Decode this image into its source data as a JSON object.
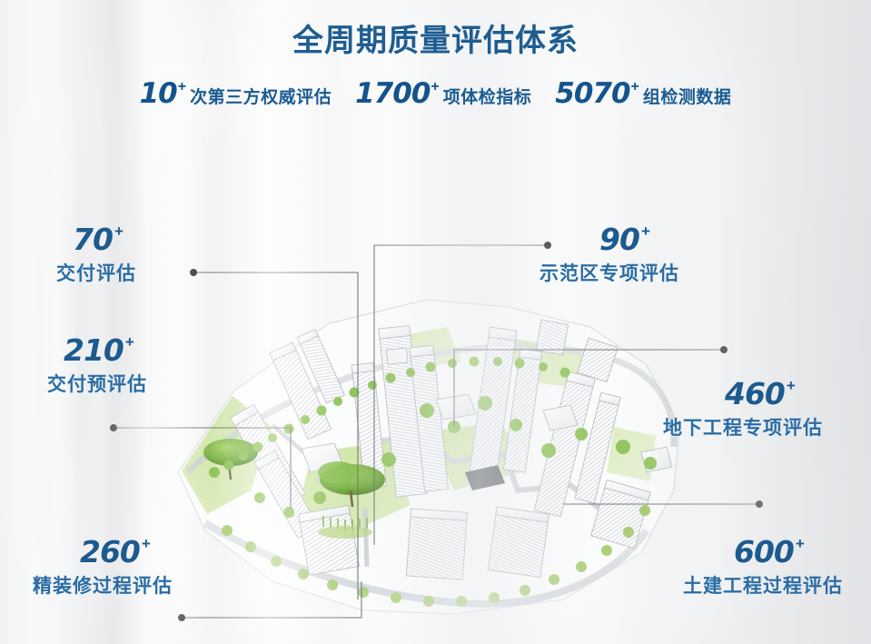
{
  "header": {
    "title": "全周期质量评估体系",
    "stats": [
      {
        "number": "10",
        "plus": "+",
        "label": "次第三方权威评估"
      },
      {
        "number": "1700",
        "plus": "+",
        "label": "项体检指标"
      },
      {
        "number": "5070",
        "plus": "+",
        "label": "组检测数据"
      }
    ]
  },
  "callouts": [
    {
      "number": "70",
      "plus": "+",
      "label": "交付评估",
      "side": "left"
    },
    {
      "number": "210",
      "plus": "+",
      "label": "交付预评估",
      "side": "left"
    },
    {
      "number": "260",
      "plus": "+",
      "label": "精装修过程评估",
      "side": "left"
    },
    {
      "number": "90",
      "plus": "+",
      "label": "示范区专项评估",
      "side": "right"
    },
    {
      "number": "460",
      "plus": "+",
      "label": "地下工程专项评估",
      "side": "right"
    },
    {
      "number": "600",
      "plus": "+",
      "label": "土建工程过程评估",
      "side": "right"
    }
  ],
  "colors": {
    "title_blue": "#1e5d91",
    "number_blue": "#15538c",
    "label_blue": "#2a6ca4",
    "connector_gray": "#6e7276",
    "dot_dark": "#2c2f33",
    "landscape_green": "#a7ce6a",
    "tree_green": "#7fb94a",
    "building_outline": "#b9bec4",
    "road_gray": "#c9ced3"
  },
  "figure": {
    "kind": "aerial-axonometric-site-plan",
    "description": "residential-masterplan-rendering"
  }
}
